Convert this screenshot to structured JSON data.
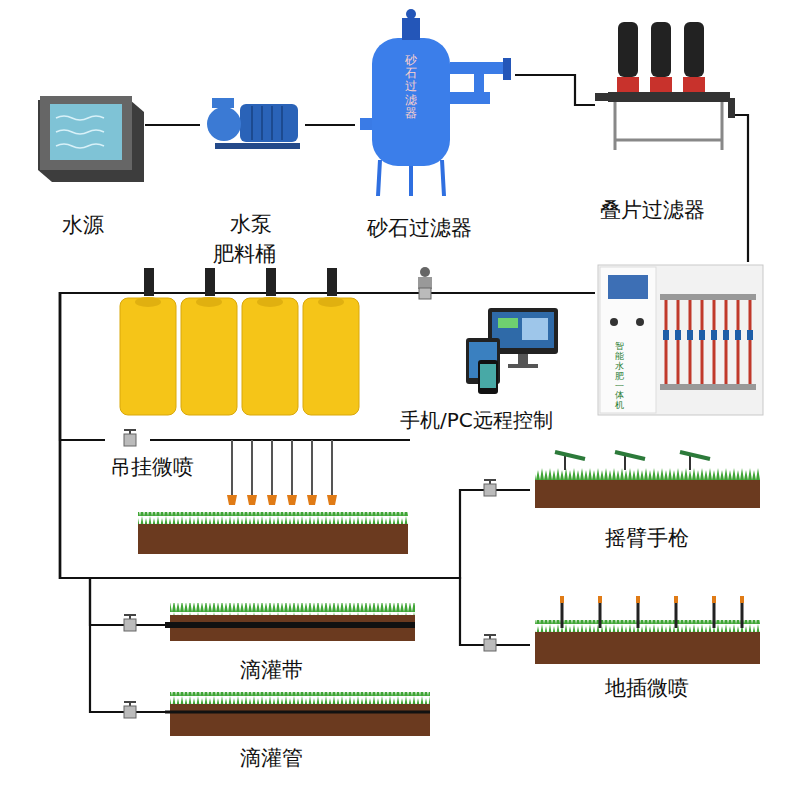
{
  "diagram": {
    "nodes": [
      {
        "text": [
          "水源"
        ]
      },
      {
        "text": [
          "水泵"
        ]
      },
      {
        "text": [
          "砂石过滤器",
          "砂石过滤器"
        ]
      },
      {
        "text": [
          "叠片过滤器"
        ]
      },
      {
        "text": [
          "智能水肥一体机"
        ]
      },
      {
        "text": [
          "肥料桶"
        ]
      },
      {
        "text": [
          "手机/PC远程控制"
        ]
      },
      {
        "text": [
          "吊挂微喷"
        ]
      },
      {
        "text": [
          "摇臂手枪"
        ]
      },
      {
        "text": [
          "滴灌带"
        ]
      },
      {
        "text": [
          "地插微喷"
        ]
      },
      {
        "text": [
          "滴灌管"
        ]
      }
    ],
    "edges": [
      {
        "from": 0,
        "to": 1,
        "arrow": "none"
      },
      {
        "from": 1,
        "to": 2,
        "arrow": "none"
      },
      {
        "from": 2,
        "to": 3,
        "arrow": "none"
      },
      {
        "from": 3,
        "to": 4,
        "arrow": "none"
      },
      {
        "from": 4,
        "to": 7,
        "arrow": "none"
      },
      {
        "from": 4,
        "to": 9,
        "arrow": "none"
      },
      {
        "from": 4,
        "to": 11,
        "arrow": "none"
      },
      {
        "from": 4,
        "to": 8,
        "arrow": "none"
      },
      {
        "from": 4,
        "to": 10,
        "arrow": "none"
      }
    ]
  }
}
